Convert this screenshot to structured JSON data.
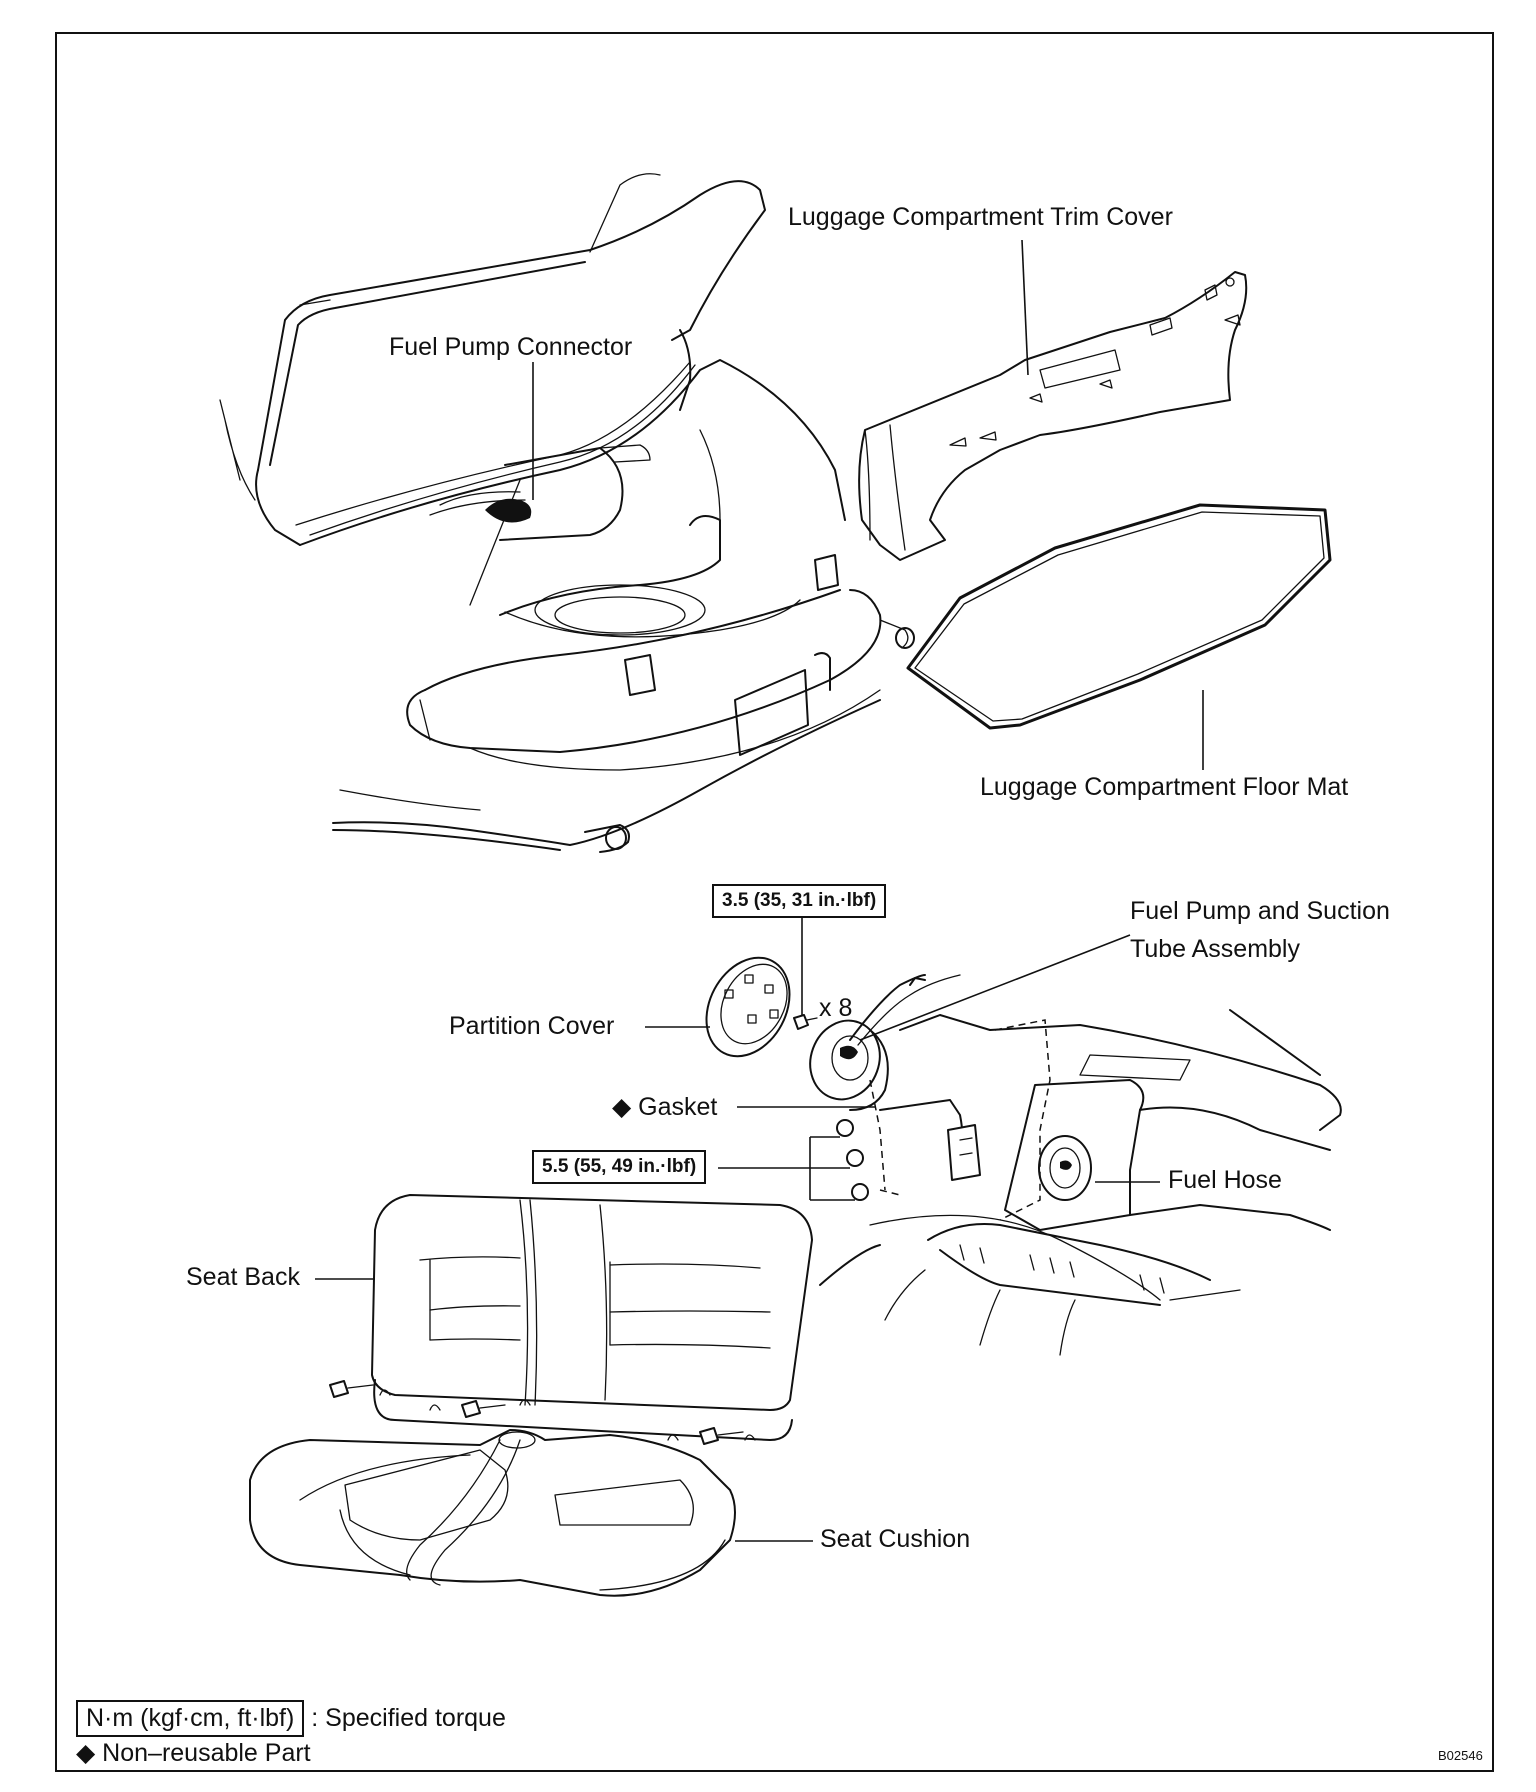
{
  "labels": {
    "trim_cover": "Luggage Compartment Trim Cover",
    "fuel_pump_connector": "Fuel Pump Connector",
    "floor_mat": "Luggage Compartment Floor Mat",
    "pump_assembly_line1": "Fuel Pump and Suction",
    "pump_assembly_line2": "Tube Assembly",
    "partition_cover": "Partition Cover",
    "qty": "x 8",
    "gasket": "◆ Gasket",
    "fuel_hose": "Fuel Hose",
    "seat_back": "Seat Back",
    "seat_cushion": "Seat Cushion"
  },
  "torques": {
    "cover_screws": "3.5 (35, 31 in.·lbf)",
    "tank_nuts": "5.5 (55, 49 in.·lbf)"
  },
  "legend": {
    "torque_unit": "N·m (kgf·cm, ft·lbf)",
    "torque_text": ": Specified torque",
    "nonreusable": "◆ Non–reusable Part"
  },
  "figure_code": "B02546"
}
